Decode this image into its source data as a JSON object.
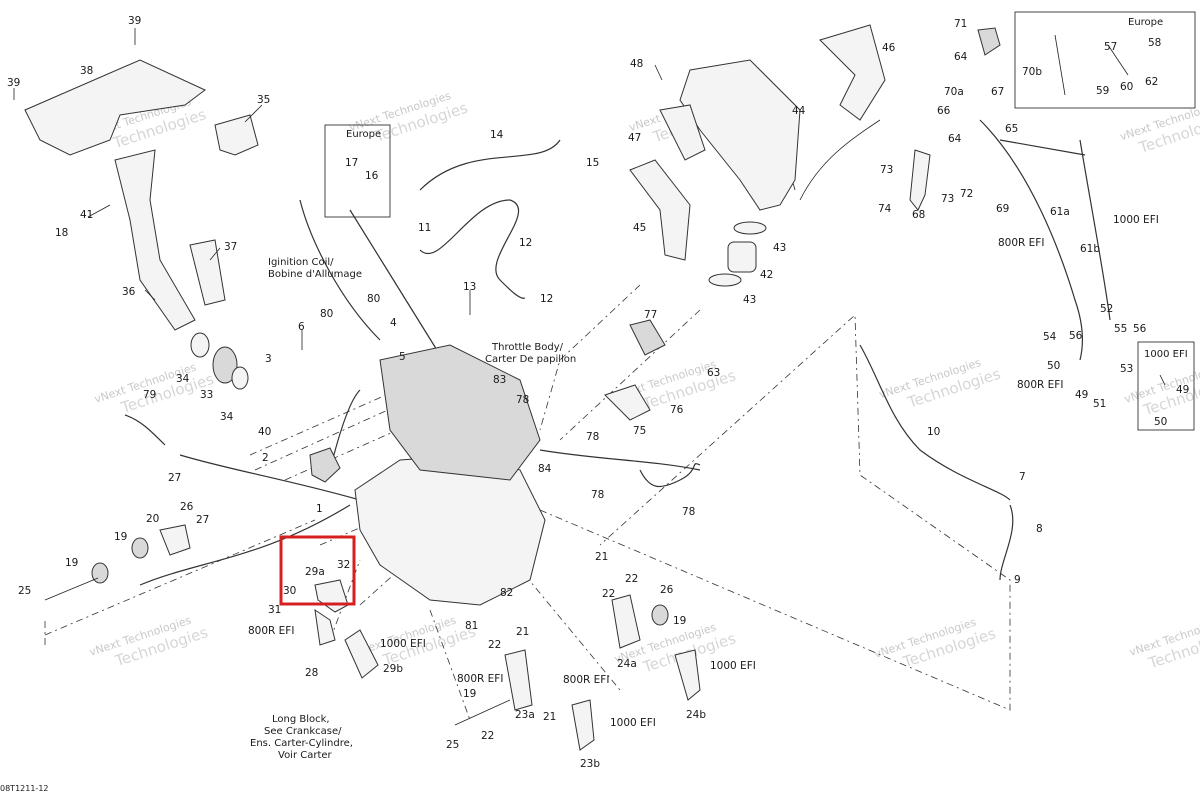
{
  "diagram": {
    "footer_code": "08T1211-12",
    "notes": {
      "europe_top": "Europe",
      "europe_left": "Europe",
      "ignition": [
        "Iginition Coil/",
        "Bobine d'Allumage"
      ],
      "throttle": [
        "Throttle Body/",
        "Carter De papillon"
      ],
      "long_block": [
        "Long Block,",
        "See Crankcase/",
        "Ens. Carter-Cylindre,",
        "Voir Carter"
      ],
      "efi_box": "1000 EFI"
    },
    "watermark": [
      "vNext Technologies",
      "Technologies"
    ],
    "callouts": [
      {
        "id": "c39a",
        "t": "39"
      },
      {
        "id": "c39b",
        "t": "39"
      },
      {
        "id": "c38",
        "t": "38"
      },
      {
        "id": "c35",
        "t": "35"
      },
      {
        "id": "c41",
        "t": "41"
      },
      {
        "id": "c18",
        "t": "18"
      },
      {
        "id": "c37",
        "t": "37"
      },
      {
        "id": "c36",
        "t": "36"
      },
      {
        "id": "c34a",
        "t": "34"
      },
      {
        "id": "c33",
        "t": "33"
      },
      {
        "id": "c34b",
        "t": "34"
      },
      {
        "id": "c3",
        "t": "3"
      },
      {
        "id": "c6",
        "t": "6"
      },
      {
        "id": "c80a",
        "t": "80"
      },
      {
        "id": "c80b",
        "t": "80"
      },
      {
        "id": "c4",
        "t": "4"
      },
      {
        "id": "c5",
        "t": "5"
      },
      {
        "id": "c17",
        "t": "17"
      },
      {
        "id": "c16",
        "t": "16"
      },
      {
        "id": "c14",
        "t": "14"
      },
      {
        "id": "c15",
        "t": "15"
      },
      {
        "id": "c11",
        "t": "11"
      },
      {
        "id": "c12a",
        "t": "12"
      },
      {
        "id": "c12b",
        "t": "12"
      },
      {
        "id": "c13",
        "t": "13"
      },
      {
        "id": "c48",
        "t": "48"
      },
      {
        "id": "c47",
        "t": "47"
      },
      {
        "id": "c44",
        "t": "44"
      },
      {
        "id": "c46",
        "t": "46"
      },
      {
        "id": "c45",
        "t": "45"
      },
      {
        "id": "c43a",
        "t": "43"
      },
      {
        "id": "c42",
        "t": "42"
      },
      {
        "id": "c43b",
        "t": "43"
      },
      {
        "id": "c77",
        "t": "77"
      },
      {
        "id": "c63",
        "t": "63"
      },
      {
        "id": "c76",
        "t": "76"
      },
      {
        "id": "c75",
        "t": "75"
      },
      {
        "id": "c83",
        "t": "83"
      },
      {
        "id": "c78a",
        "t": "78"
      },
      {
        "id": "c78b",
        "t": "78"
      },
      {
        "id": "c78c",
        "t": "78"
      },
      {
        "id": "c78d",
        "t": "78"
      },
      {
        "id": "c84",
        "t": "84"
      },
      {
        "id": "c79",
        "t": "79"
      },
      {
        "id": "c40",
        "t": "40"
      },
      {
        "id": "c2",
        "t": "2"
      },
      {
        "id": "c1",
        "t": "1"
      },
      {
        "id": "c27a",
        "t": "27"
      },
      {
        "id": "c27b",
        "t": "27"
      },
      {
        "id": "c20",
        "t": "20"
      },
      {
        "id": "c26a",
        "t": "26"
      },
      {
        "id": "c19a",
        "t": "19"
      },
      {
        "id": "c19b",
        "t": "19"
      },
      {
        "id": "c25a",
        "t": "25"
      },
      {
        "id": "c29a",
        "t": "29a"
      },
      {
        "id": "c32",
        "t": "32"
      },
      {
        "id": "c30",
        "t": "30"
      },
      {
        "id": "c31",
        "t": "31"
      },
      {
        "id": "c800a",
        "t": "800R EFI"
      },
      {
        "id": "c1000a",
        "t": "1000 EFI"
      },
      {
        "id": "c28",
        "t": "28"
      },
      {
        "id": "c29b",
        "t": "29b"
      },
      {
        "id": "c82",
        "t": "82"
      },
      {
        "id": "c81",
        "t": "81"
      },
      {
        "id": "c21a",
        "t": "21"
      },
      {
        "id": "c22a",
        "t": "22"
      },
      {
        "id": "c22b",
        "t": "22"
      },
      {
        "id": "c26b",
        "t": "26"
      },
      {
        "id": "c19c",
        "t": "19"
      },
      {
        "id": "c24a",
        "t": "24a"
      },
      {
        "id": "c1000b",
        "t": "1000 EFI"
      },
      {
        "id": "c24b",
        "t": "24b"
      },
      {
        "id": "c800b",
        "t": "800R EFI"
      },
      {
        "id": "c22c",
        "t": "22"
      },
      {
        "id": "c21b",
        "t": "21"
      },
      {
        "id": "c800c",
        "t": "800R EFI"
      },
      {
        "id": "c19d",
        "t": "19"
      },
      {
        "id": "c23a",
        "t": "23a"
      },
      {
        "id": "c21c",
        "t": "21"
      },
      {
        "id": "c22d",
        "t": "22"
      },
      {
        "id": "c25b",
        "t": "25"
      },
      {
        "id": "c1000c",
        "t": "1000 EFI"
      },
      {
        "id": "c23b",
        "t": "23b"
      },
      {
        "id": "c10",
        "t": "10"
      },
      {
        "id": "c7",
        "t": "7"
      },
      {
        "id": "c8",
        "t": "8"
      },
      {
        "id": "c9",
        "t": "9"
      },
      {
        "id": "c71",
        "t": "71"
      },
      {
        "id": "c64a",
        "t": "64"
      },
      {
        "id": "c70b",
        "t": "70b"
      },
      {
        "id": "c57",
        "t": "57"
      },
      {
        "id": "c58",
        "t": "58"
      },
      {
        "id": "c59",
        "t": "59"
      },
      {
        "id": "c60",
        "t": "60"
      },
      {
        "id": "c62",
        "t": "62"
      },
      {
        "id": "c70a",
        "t": "70a"
      },
      {
        "id": "c67",
        "t": "67"
      },
      {
        "id": "c66",
        "t": "66"
      },
      {
        "id": "c64b",
        "t": "64"
      },
      {
        "id": "c65",
        "t": "65"
      },
      {
        "id": "c73a",
        "t": "73"
      },
      {
        "id": "c74",
        "t": "74"
      },
      {
        "id": "c68",
        "t": "68"
      },
      {
        "id": "c73b",
        "t": "73"
      },
      {
        "id": "c72",
        "t": "72"
      },
      {
        "id": "c69",
        "t": "69"
      },
      {
        "id": "c61a",
        "t": "61a"
      },
      {
        "id": "c800d",
        "t": "800R EFI"
      },
      {
        "id": "c61b",
        "t": "61b"
      },
      {
        "id": "c1000d",
        "t": "1000 EFI"
      },
      {
        "id": "c52",
        "t": "52"
      },
      {
        "id": "c54",
        "t": "54"
      },
      {
        "id": "c56",
        "t": "56"
      },
      {
        "id": "c55",
        "t": "55"
      },
      {
        "id": "c56b",
        "t": "56"
      },
      {
        "id": "c50a",
        "t": "50"
      },
      {
        "id": "c800e",
        "t": "800R EFI"
      },
      {
        "id": "c53",
        "t": "53"
      },
      {
        "id": "c49a",
        "t": "49"
      },
      {
        "id": "c51",
        "t": "51"
      },
      {
        "id": "c49b",
        "t": "49"
      },
      {
        "id": "c50b",
        "t": "50"
      }
    ]
  }
}
